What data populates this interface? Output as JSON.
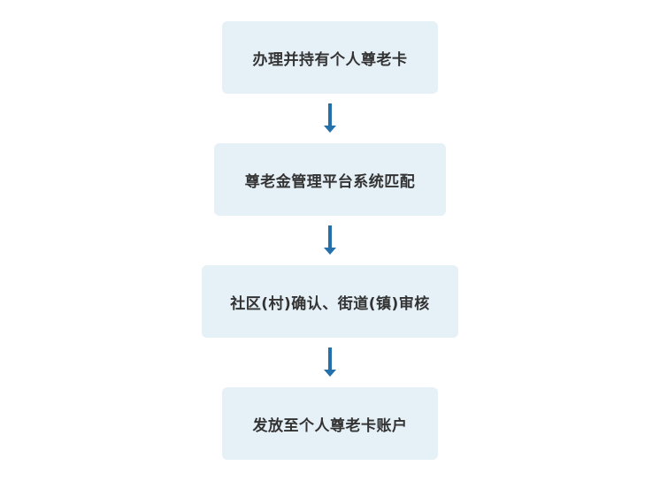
{
  "colors": {
    "box_fill": "#e6f0f7",
    "text": "#333333",
    "arrow": "#2470aa",
    "background": "#ffffff"
  },
  "flow": {
    "steps": [
      {
        "label": "办理并持有个人尊老卡"
      },
      {
        "label": "尊老金管理平台系统匹配"
      },
      {
        "label": "社区(村)确认、街道(镇)审核"
      },
      {
        "label": "发放至个人尊老卡账户"
      }
    ],
    "arrow_icon": "arrow-down-icon"
  }
}
